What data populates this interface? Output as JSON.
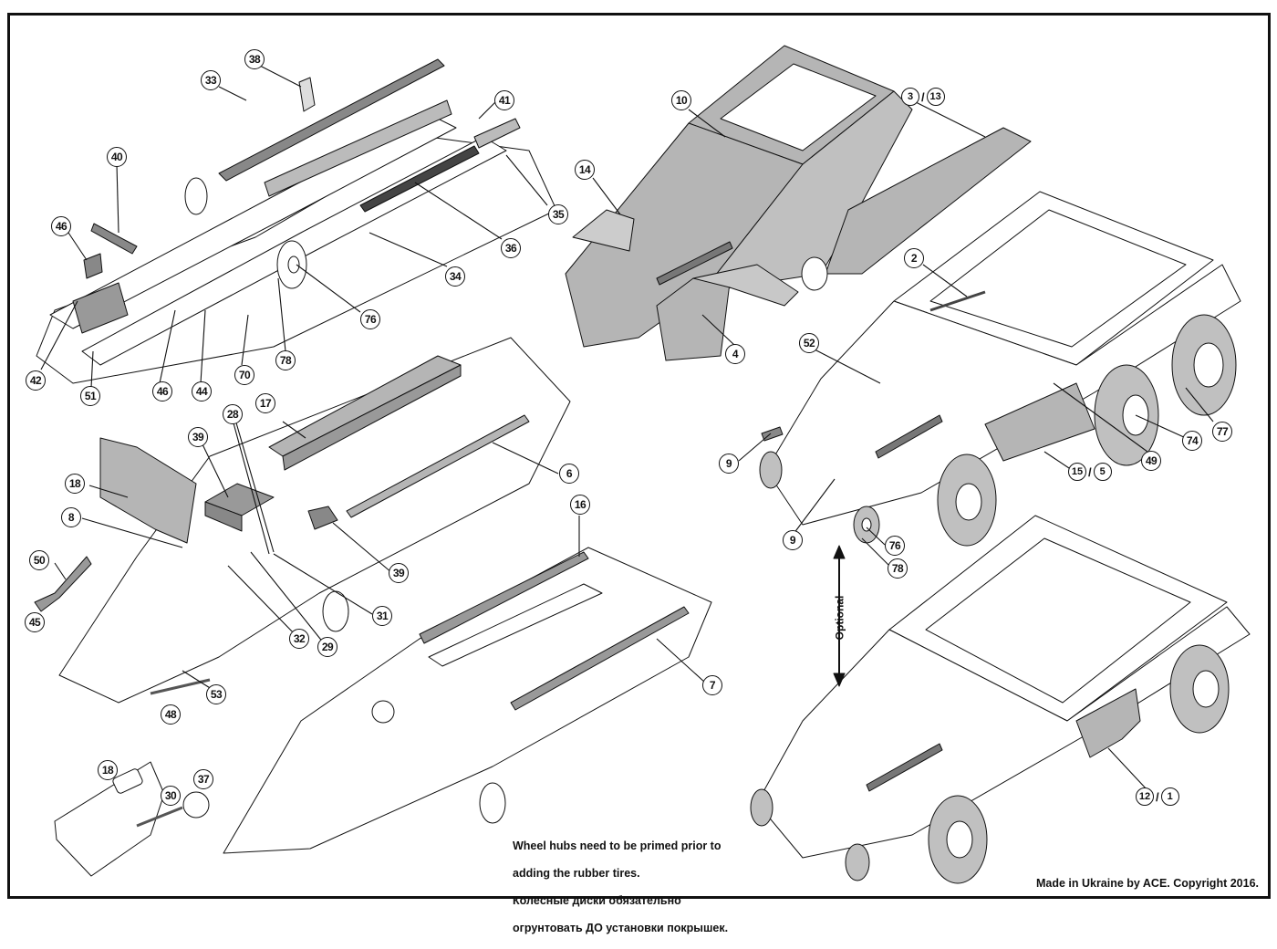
{
  "sheet": {
    "note_lines": [
      "Wheel hubs need to be primed prior to",
      "adding the rubber tires.",
      "Колёсные диски обязательно",
      "огрунтовать ДО установки покрышек."
    ],
    "copyright": "Made in Ukraine by ACE. Copyright 2016.",
    "optional_label": "Optional"
  },
  "colors": {
    "line": "#111111",
    "part_fill": "#b5b5b5",
    "dark_part_fill": "#555555",
    "background": "#ffffff"
  },
  "callouts": {
    "chassis": [
      "38",
      "33",
      "41",
      "40",
      "46",
      "35",
      "36",
      "34",
      "76",
      "78",
      "42",
      "51",
      "46",
      "44",
      "70"
    ],
    "c38": "38",
    "c33": "33",
    "c41": "41",
    "c40": "40",
    "c46a": "46",
    "c35": "35",
    "c36": "36",
    "c34": "34",
    "c76a": "76",
    "c78a": "78",
    "c42": "42",
    "c51": "51",
    "c46b": "46",
    "c44": "44",
    "c70": "70",
    "c10": "10",
    "c14": "14",
    "c4": "4",
    "c3": "3",
    "c13": "13",
    "c2": "2",
    "c52": "52",
    "c9a": "9",
    "c9b": "9",
    "c74": "74",
    "c77": "77",
    "c49": "49",
    "c15": "15",
    "c5": "5",
    "c76b": "76",
    "c78b": "78",
    "c17": "17",
    "c28": "28",
    "c39a": "39",
    "c18a": "18",
    "c8": "8",
    "c6": "6",
    "c39b": "39",
    "c50": "50",
    "c31": "31",
    "c32": "32",
    "c29": "29",
    "c45": "45",
    "c53": "53",
    "c48": "48",
    "c16": "16",
    "c7": "7",
    "c18b": "18",
    "c30": "30",
    "c37": "37",
    "c12": "12",
    "c1": "1"
  }
}
